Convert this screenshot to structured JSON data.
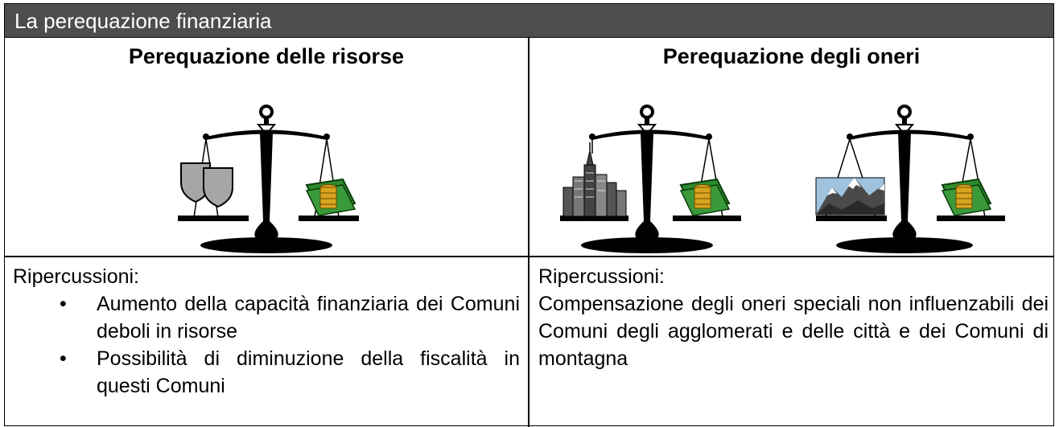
{
  "header": {
    "title": "La perequazione finanziaria"
  },
  "columns": [
    {
      "title": "Perequazione delle risorse",
      "image": "balance-scale-shields-money-icon",
      "effects_label": "Ripercussioni:",
      "effects": [
        "Aumento della capacità finanziaria dei Comuni deboli in risorse",
        "Possibilità di diminuzione della fiscalità in questi Comuni"
      ]
    },
    {
      "title": "Perequazione degli oneri",
      "images": [
        "balance-scale-city-money-icon",
        "balance-scale-mountains-money-icon"
      ],
      "effects_label": "Ripercussioni:",
      "effects_text": "Compensazione degli oneri speciali non influenzabili dei Comuni degli agglomerati e delle città e dei Comuni di montagna"
    }
  ],
  "colors": {
    "title_bar": "#4d4d4d",
    "title_text": "#ffffff",
    "money": "#2e8b2e",
    "coins": "#d9a520",
    "shield": "#a6a6a6"
  }
}
